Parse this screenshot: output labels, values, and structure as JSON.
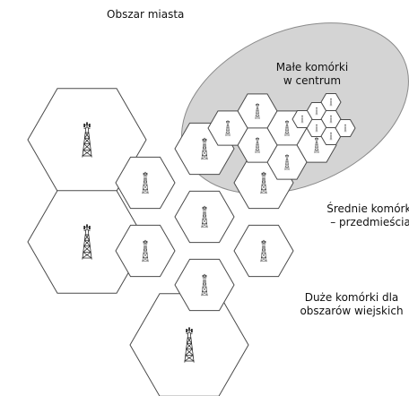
{
  "labels": {
    "city_area": "Obszar miasta",
    "small_cells": "Małe komórki\nw centrum",
    "medium_cells": "Średnie komórki\n– przedmieścia",
    "large_cells": "Duże komórki dla\nobszarów wiejskich"
  },
  "colors": {
    "city_fill": "#d4d4d4",
    "city_stroke": "#8a8a8a",
    "cell_stroke": "#4a4a4a",
    "tower": "#222222"
  },
  "icons": {
    "tower": "cell-tower-icon"
  }
}
